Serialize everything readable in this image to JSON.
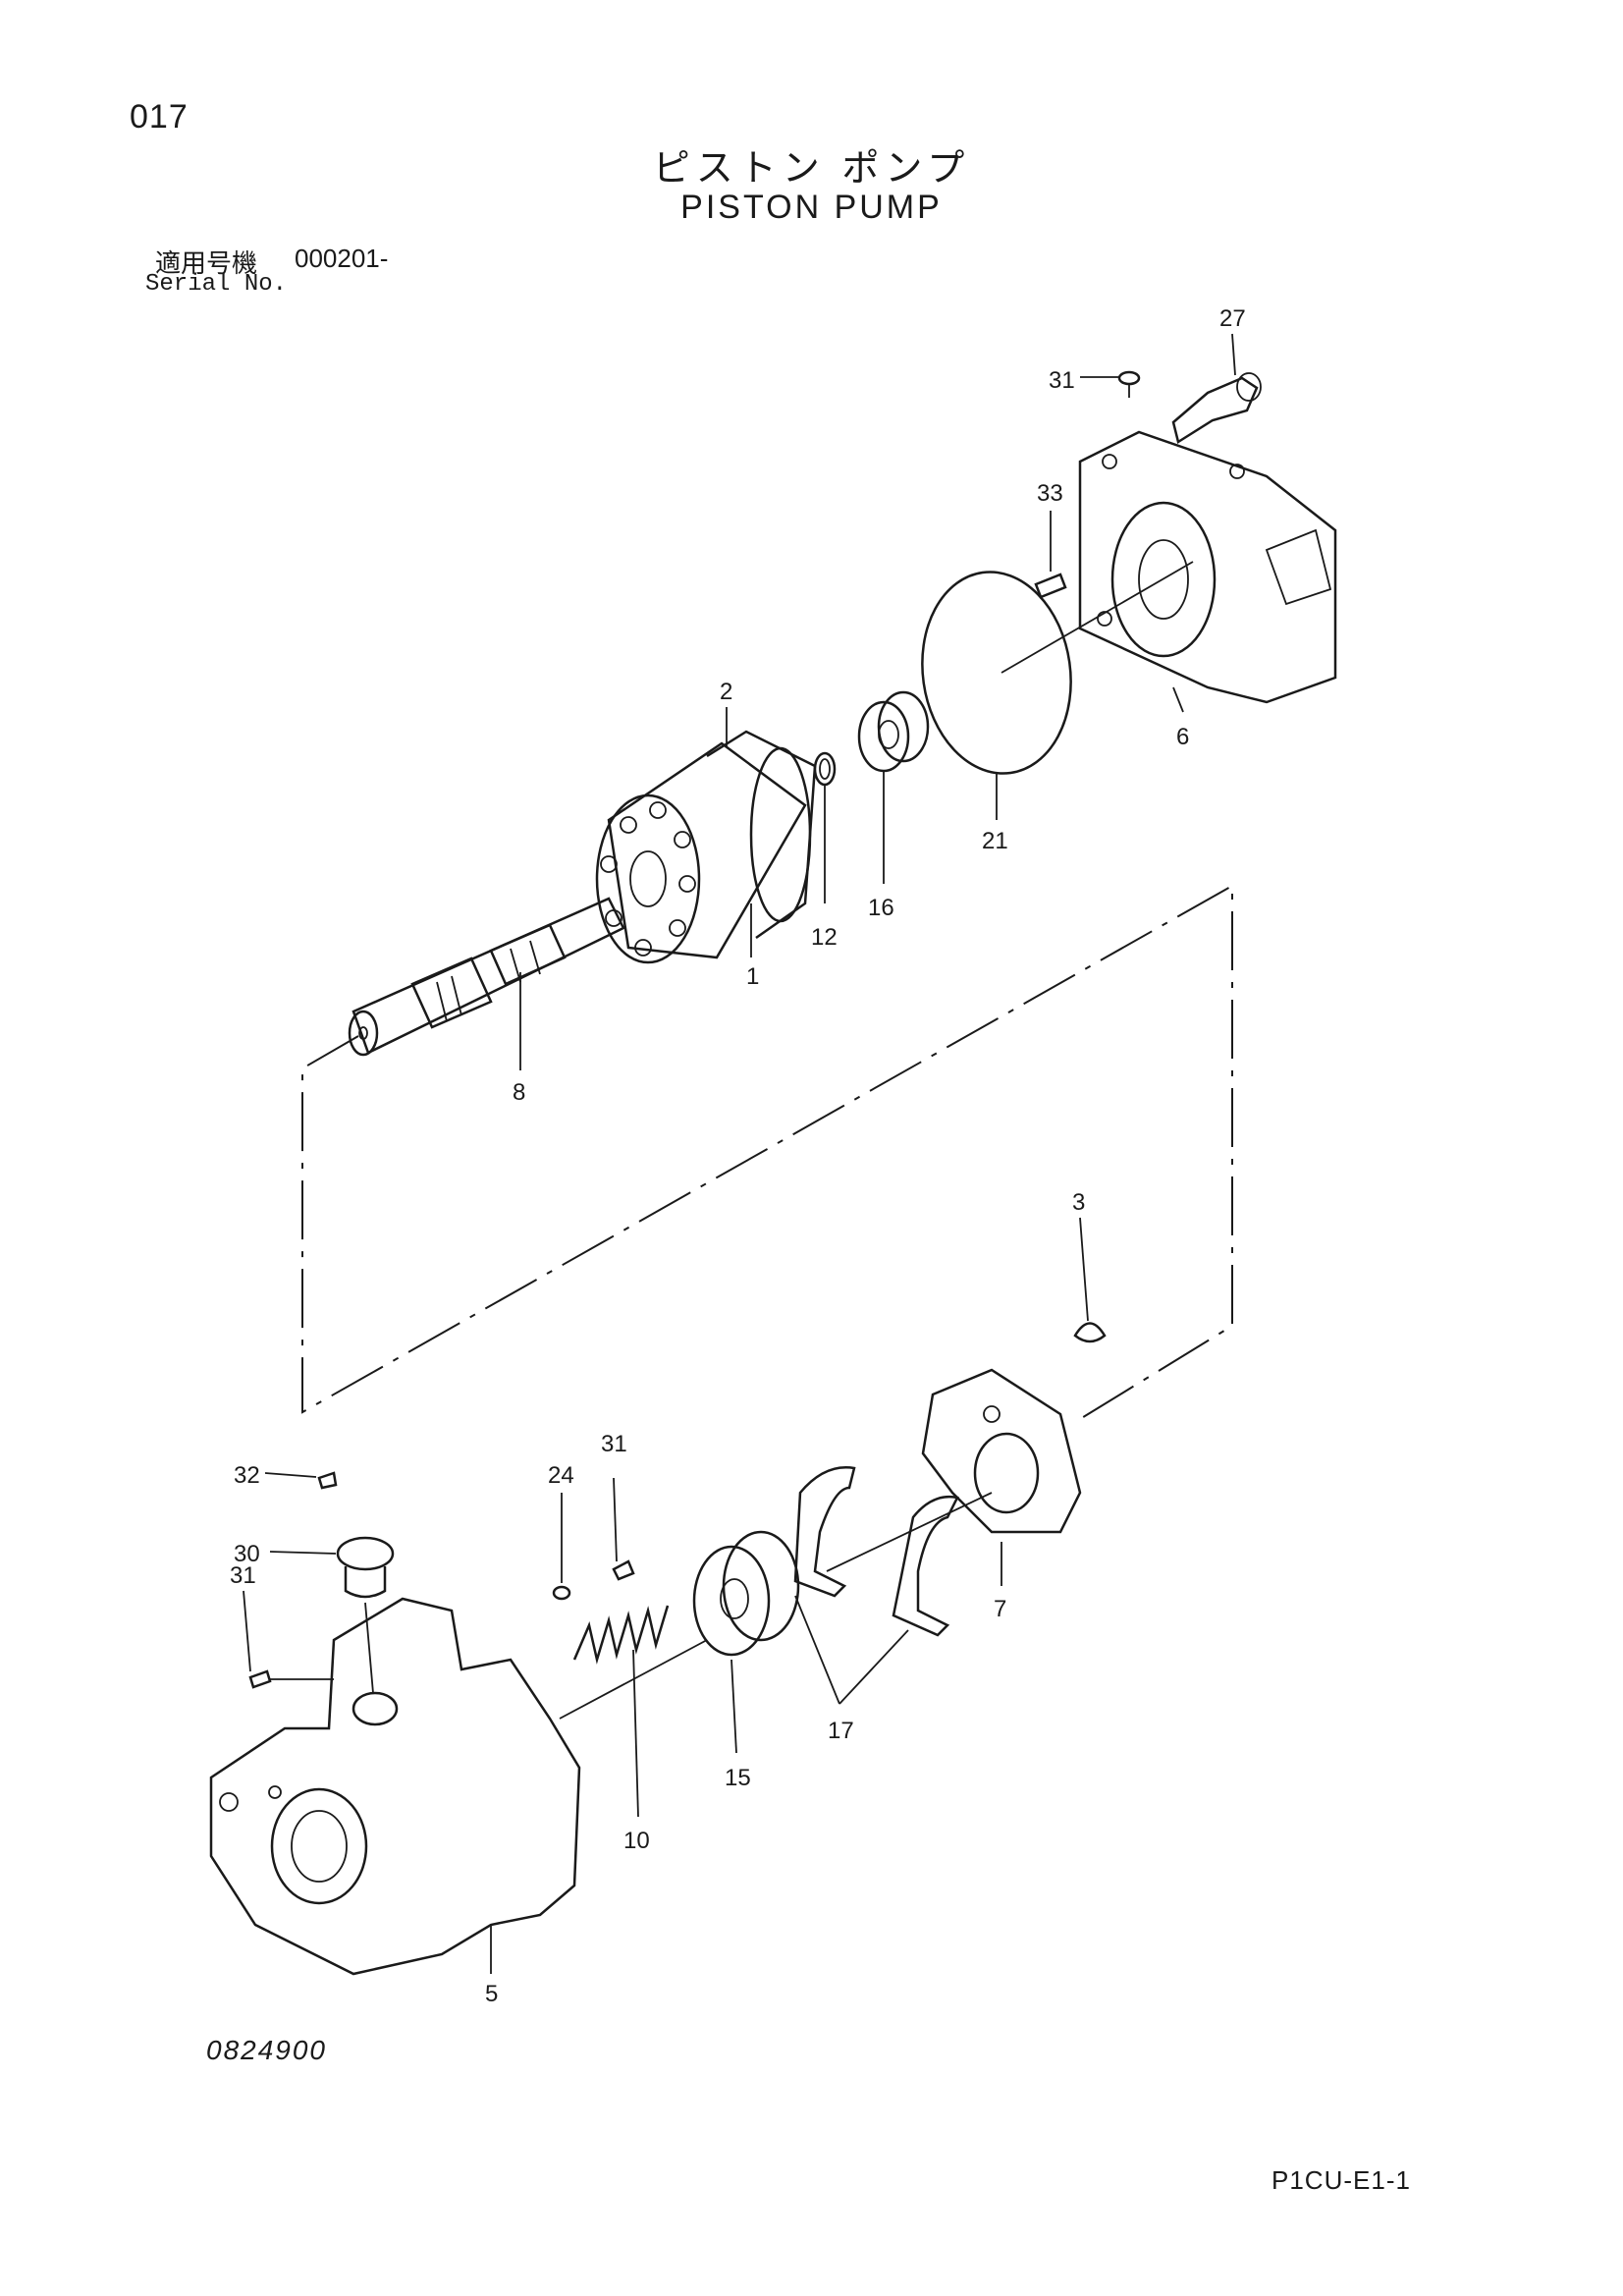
{
  "header": {
    "page_number": "017",
    "title_jp": "ピストン ポンプ",
    "title_en": "PISTON PUMP",
    "serial_label_jp": "適用号機",
    "serial_value": "000201-",
    "serial_label_en": "Serial No."
  },
  "callouts": {
    "c1": "1",
    "c2": "2",
    "c3": "3",
    "c5": "5",
    "c6": "6",
    "c7": "7",
    "c8": "8",
    "c10": "10",
    "c12": "12",
    "c15": "15",
    "c16": "16",
    "c17": "17",
    "c21": "21",
    "c24": "24",
    "c27": "27",
    "c30": "30",
    "c31a": "31",
    "c31b": "31",
    "c31c": "31",
    "c32": "32",
    "c33": "33"
  },
  "footer": {
    "drawing_number": "0824900",
    "sheet_code": "P1CU-E1-1"
  }
}
